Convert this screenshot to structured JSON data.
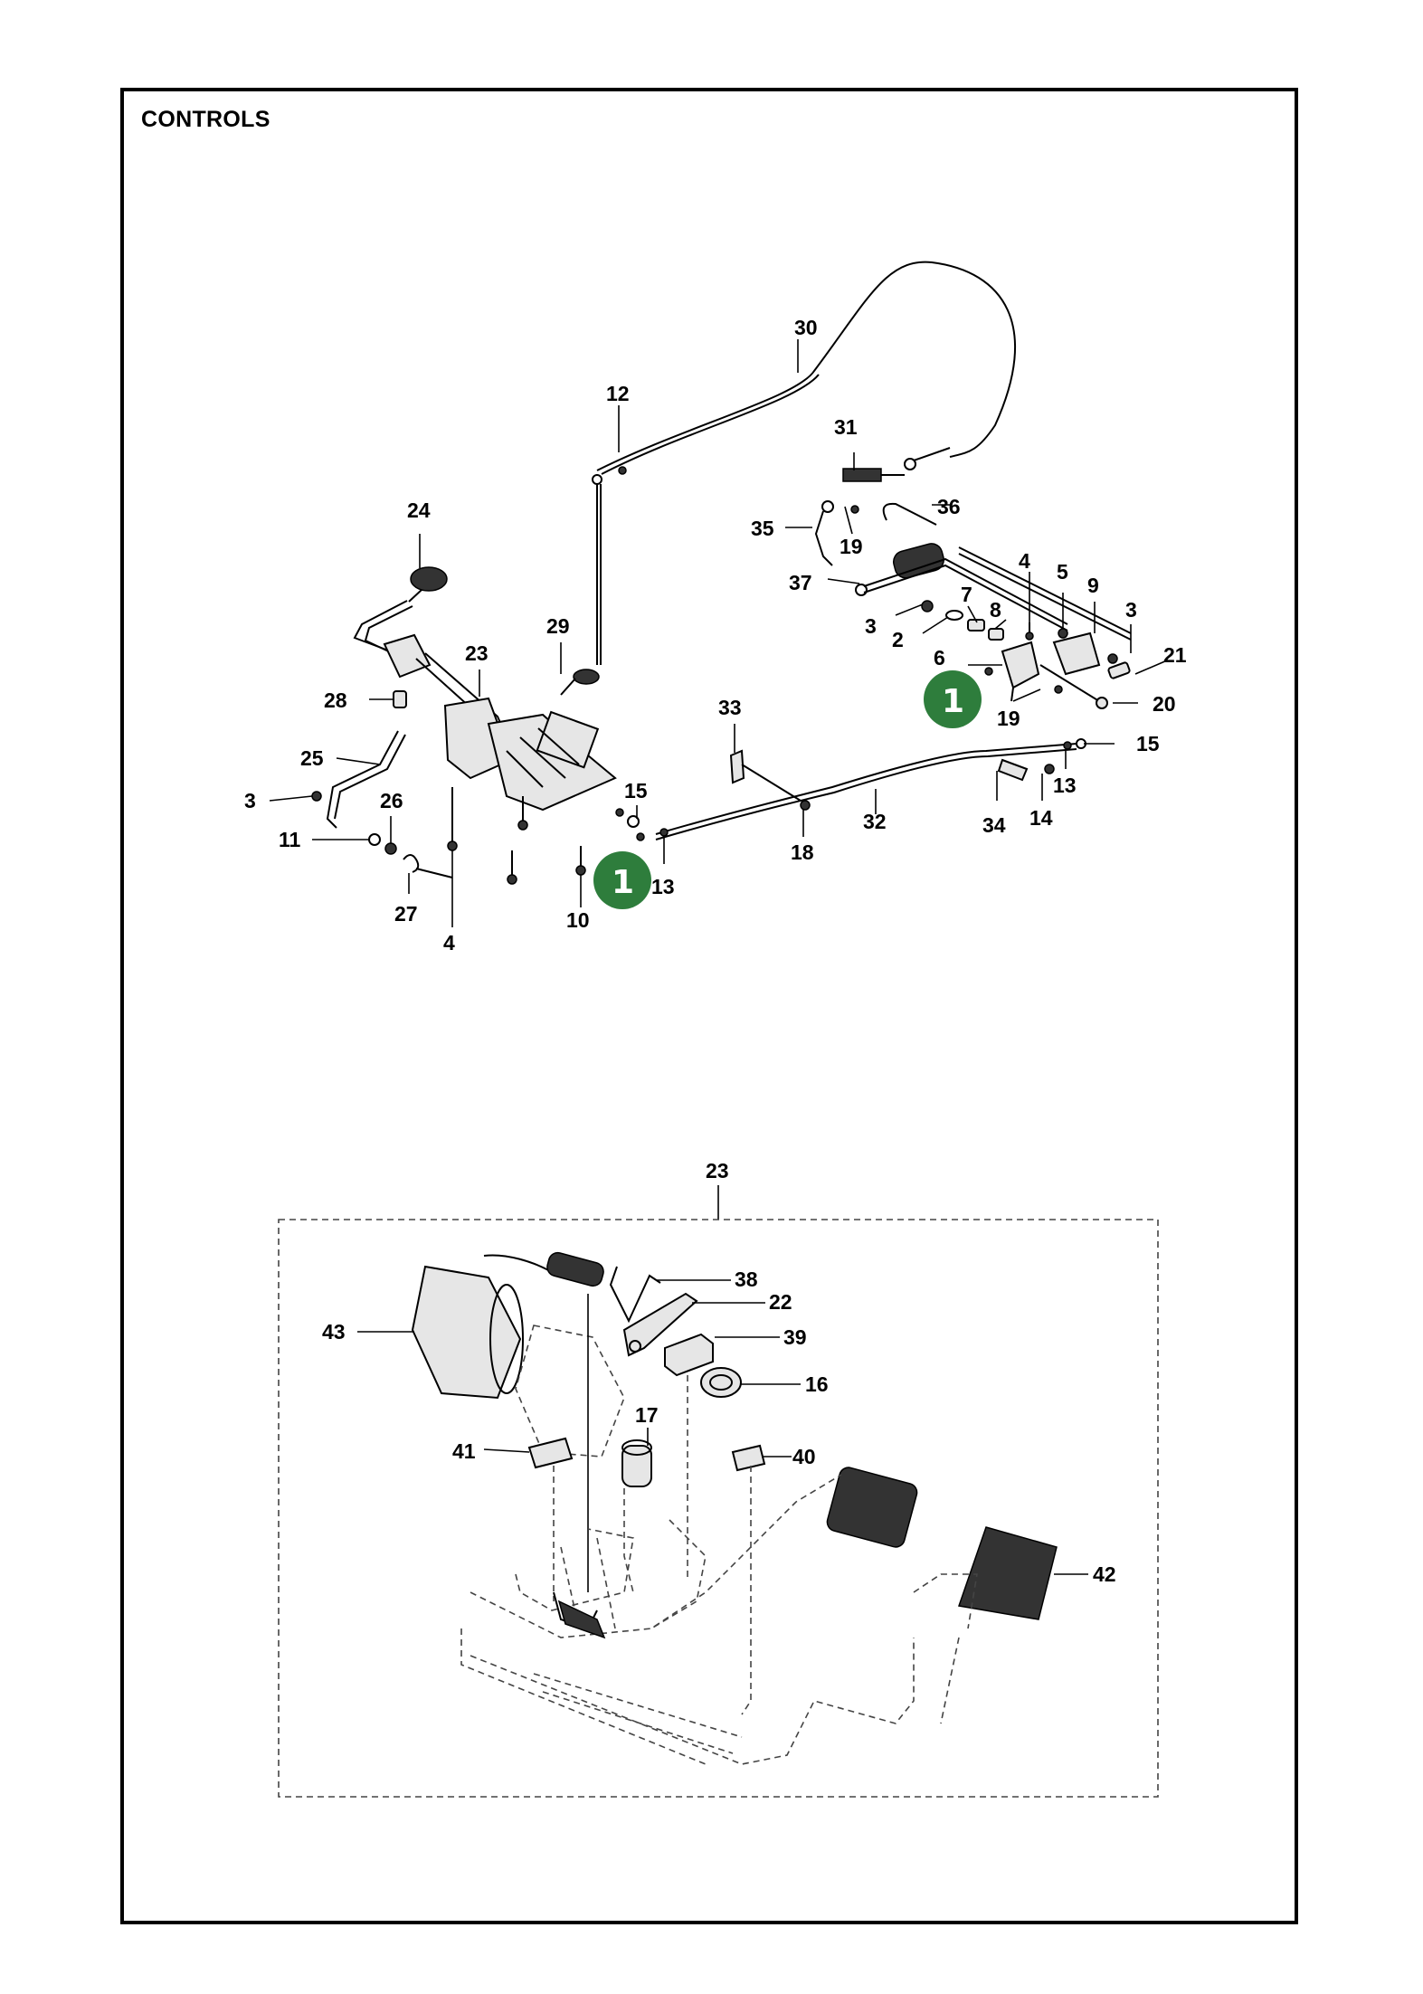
{
  "page": {
    "title": "CONTROLS"
  },
  "colors": {
    "badge": "#2e7d3c",
    "line": "#000000",
    "frame": "#000000"
  },
  "callouts": {
    "c30": "30",
    "c12": "12",
    "c31": "31",
    "c24": "24",
    "c36": "36",
    "c35": "35",
    "c19a": "19",
    "c37": "37",
    "c4a": "4",
    "c5": "5",
    "c9": "9",
    "c3a": "3",
    "c29": "29",
    "c23a": "23",
    "c7": "7",
    "c8": "8",
    "c3b": "3",
    "c2": "2",
    "c6": "6",
    "c21": "21",
    "c20": "20",
    "c19b": "19",
    "c28": "28",
    "c33": "33",
    "c15a": "15",
    "c25": "25",
    "c3c": "3",
    "c26": "26",
    "c15b": "15",
    "c13a": "13",
    "c32": "32",
    "c34": "34",
    "c14": "14",
    "c11": "11",
    "c18": "18",
    "c13b": "13",
    "c27": "27",
    "c4b": "4",
    "c10": "10",
    "c23b": "23",
    "c38": "38",
    "c22": "22",
    "c43": "43",
    "c39": "39",
    "c16": "16",
    "c17": "17",
    "c41": "41",
    "c40": "40",
    "c42": "42"
  },
  "badges": {
    "b1": "1",
    "b2": "1"
  }
}
